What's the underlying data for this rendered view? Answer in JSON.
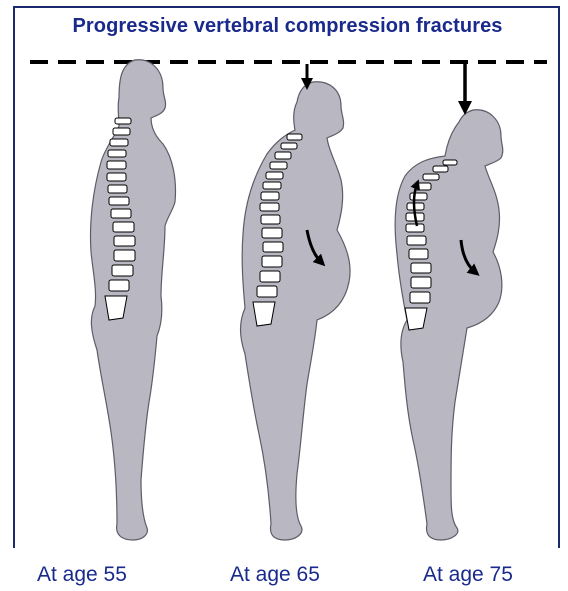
{
  "title": "Progressive vertebral compression fractures",
  "figures": [
    {
      "label": "At age 55"
    },
    {
      "label": "At age 65"
    },
    {
      "label": "At age 75"
    }
  ],
  "colors": {
    "text": "#1a2a8c",
    "border": "#1a2a6c",
    "silhouette": "#b9b7c1",
    "outline": "#5e5c66",
    "vertebra": "#ffffff",
    "arrow": "#000000"
  }
}
